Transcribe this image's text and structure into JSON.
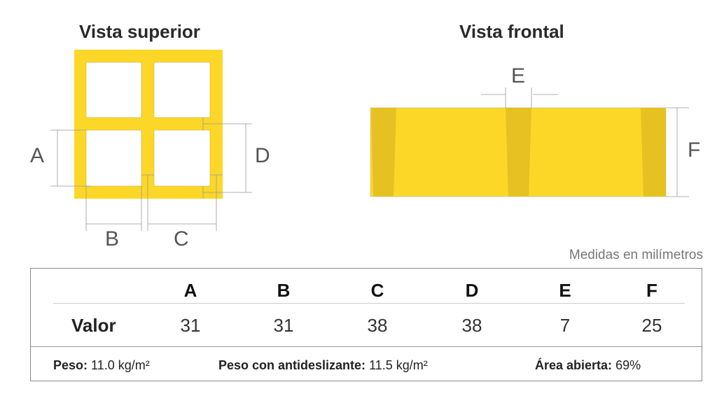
{
  "top_view": {
    "title": "Vista superior",
    "labels": {
      "A": "A",
      "B": "B",
      "C": "C",
      "D": "D"
    }
  },
  "front_view": {
    "title": "Vista frontal",
    "labels": {
      "E": "E",
      "F": "F"
    }
  },
  "units_note": "Medidas en milímetros",
  "table": {
    "headers": [
      "A",
      "B",
      "C",
      "D",
      "E",
      "F"
    ],
    "row_label": "Valor",
    "values": [
      "31",
      "31",
      "38",
      "38",
      "7",
      "25"
    ]
  },
  "footer": {
    "peso_label": "Peso:",
    "peso_value": "11.0 kg/m²",
    "peso_anti_label": "Peso con antideslizante:",
    "peso_anti_value": "11.5 kg/m²",
    "area_label": "Área abierta:",
    "area_value": "69%"
  },
  "colors": {
    "yellow": "#FCD728",
    "dark_yellow": "#E6C122"
  }
}
